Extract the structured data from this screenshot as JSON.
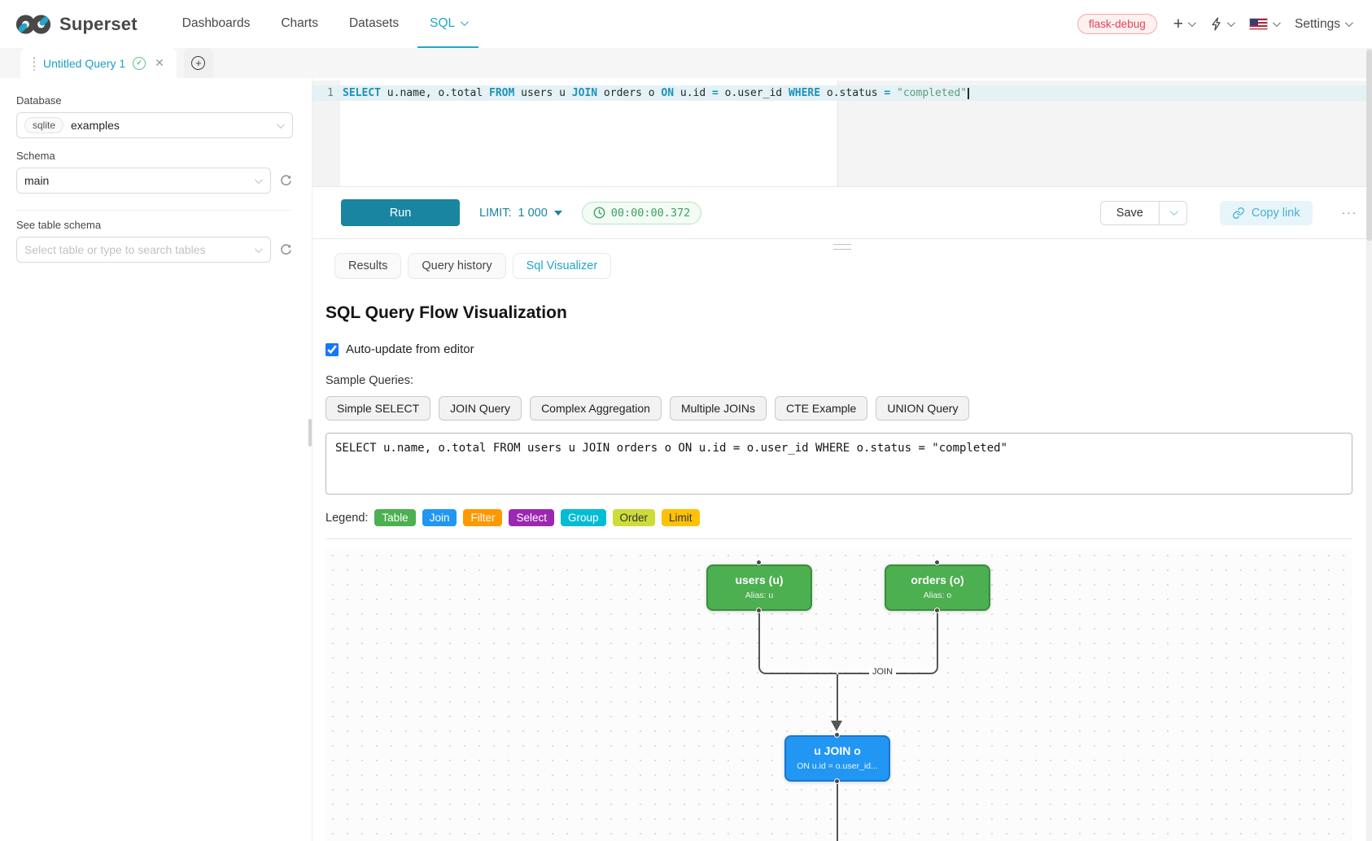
{
  "navbar": {
    "brand": "Superset",
    "items": [
      {
        "label": "Dashboards",
        "active": false,
        "caret": false
      },
      {
        "label": "Charts",
        "active": false,
        "caret": false
      },
      {
        "label": "Datasets",
        "active": false,
        "caret": false
      },
      {
        "label": "SQL",
        "active": true,
        "caret": true
      }
    ],
    "env_badge": "flask-debug",
    "settings_label": "Settings"
  },
  "tabbar": {
    "tab_title": "Untitled Query 1"
  },
  "sidebar": {
    "database_label": "Database",
    "database_engine": "sqlite",
    "database_value": "examples",
    "schema_label": "Schema",
    "schema_value": "main",
    "table_label": "See table schema",
    "table_placeholder": "Select table or type to search tables"
  },
  "editor": {
    "line_number": "1",
    "tokens": [
      {
        "t": "SELECT",
        "c": "kw"
      },
      {
        "t": " u.name, o.total ",
        "c": "pl"
      },
      {
        "t": "FROM",
        "c": "kw"
      },
      {
        "t": " users u ",
        "c": "pl"
      },
      {
        "t": "JOIN",
        "c": "kw"
      },
      {
        "t": " orders o ",
        "c": "pl"
      },
      {
        "t": "ON",
        "c": "kw"
      },
      {
        "t": " u.id ",
        "c": "pl"
      },
      {
        "t": "=",
        "c": "op"
      },
      {
        "t": " o.user_id ",
        "c": "pl"
      },
      {
        "t": "WHERE",
        "c": "kw"
      },
      {
        "t": " o.status ",
        "c": "pl"
      },
      {
        "t": "=",
        "c": "op"
      },
      {
        "t": " ",
        "c": "pl"
      },
      {
        "t": "\"completed\"",
        "c": "str"
      }
    ]
  },
  "toolbar": {
    "run_label": "Run",
    "limit_label": "LIMIT:",
    "limit_value": "1 000",
    "timer": "00:00:00.372",
    "save_label": "Save",
    "copy_link_label": "Copy link",
    "more_label": "···"
  },
  "tabs": {
    "items": [
      {
        "label": "Results",
        "active": false
      },
      {
        "label": "Query history",
        "active": false
      },
      {
        "label": "Sql Visualizer",
        "active": true
      }
    ]
  },
  "visualizer": {
    "title": "SQL Query Flow Visualization",
    "auto_update_label": "Auto-update from editor",
    "auto_update_checked": true,
    "sample_queries_label": "Sample Queries:",
    "sample_queries": [
      "Simple SELECT",
      "JOIN Query",
      "Complex Aggregation",
      "Multiple JOINs",
      "CTE Example",
      "UNION Query"
    ],
    "query_text": "SELECT u.name, o.total FROM users u JOIN orders o ON u.id = o.user_id WHERE o.status = \"completed\"",
    "legend_label": "Legend:",
    "legend": [
      {
        "label": "Table",
        "color": "#4CAF50",
        "text": "#ffffff"
      },
      {
        "label": "Join",
        "color": "#2196F3",
        "text": "#ffffff"
      },
      {
        "label": "Filter",
        "color": "#FF9800",
        "text": "#ffffff"
      },
      {
        "label": "Select",
        "color": "#9C27B0",
        "text": "#ffffff"
      },
      {
        "label": "Group",
        "color": "#00BCD4",
        "text": "#ffffff"
      },
      {
        "label": "Order",
        "color": "#CDDC39",
        "text": "#333333"
      },
      {
        "label": "Limit",
        "color": "#FFC107",
        "text": "#333333"
      }
    ],
    "diagram": {
      "nodes": [
        {
          "title": "users (u)",
          "subtitle": "Alias: u",
          "color": "#4CAF50",
          "border": "#388E3C"
        },
        {
          "title": "orders (o)",
          "subtitle": "Alias: o",
          "color": "#4CAF50",
          "border": "#388E3C"
        },
        {
          "title": "u JOIN o",
          "subtitle": "ON u.id = o.user_id...",
          "color": "#2196F3",
          "border": "#1976D2"
        }
      ],
      "edge_label": "JOIN"
    }
  }
}
